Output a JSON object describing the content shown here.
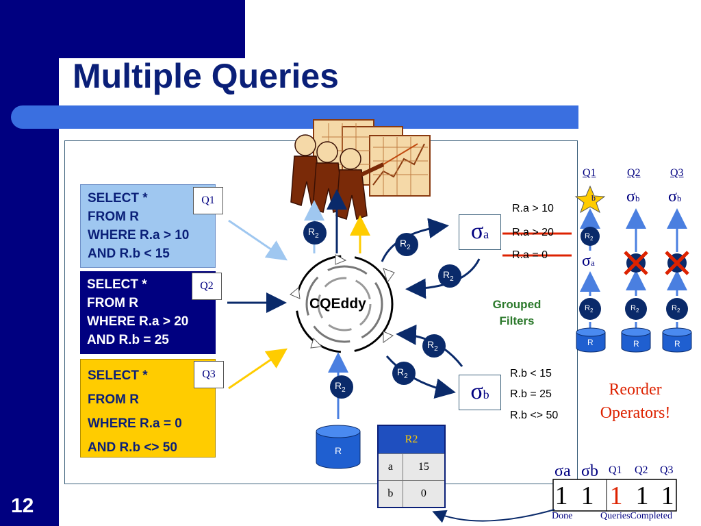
{
  "slide": {
    "title": "Multiple Queries",
    "number": "12"
  },
  "queries": [
    {
      "tag": "Q1",
      "lines": [
        "SELECT *",
        "FROM R",
        "WHERE R.a > 10",
        "AND R.b < 15"
      ],
      "color": "#9fc7f0"
    },
    {
      "tag": "Q2",
      "lines": [
        "SELECT *",
        "FROM R",
        "WHERE R.a > 20",
        "AND R.b = 25"
      ],
      "color": "#000080"
    },
    {
      "tag": "Q3",
      "lines": [
        "SELECT *",
        "FROM R",
        "WHERE R.a = 0",
        "AND R.b <> 50"
      ],
      "color": "#ffcc00"
    }
  ],
  "eddy": {
    "label": "CQEddy"
  },
  "tuple_label": {
    "base": "R",
    "sub": "2"
  },
  "relation_label": "R",
  "sigma": {
    "symbol": "σ",
    "a": "a",
    "b": "b"
  },
  "filters_a": [
    "R.a > 10",
    "R.a > 20",
    "R.a = 0"
  ],
  "filters_b": [
    "R.b < 15",
    "R.b = 25",
    "R.b <> 50"
  ],
  "grouped_filters": "Grouped Filters",
  "plans": {
    "headers": [
      "Q1",
      "Q2",
      "Q3"
    ]
  },
  "reorder": "Reorder Operators!",
  "r2_table": {
    "title": "R2",
    "rows": [
      [
        "a",
        "15"
      ],
      [
        "b",
        "0"
      ]
    ]
  },
  "bitvector": {
    "headers": [
      "σa",
      "σb",
      "Q1",
      "Q2",
      "Q3"
    ],
    "bits": [
      "1",
      "1",
      "1",
      "1",
      "1"
    ],
    "done_label": "Done",
    "queries_completed_label": "QueriesCompleted"
  },
  "colors": {
    "navy": "#000080",
    "light_blue": "#9fc7f0",
    "gold": "#ffcc00",
    "accent_red": "#dd2200",
    "cylinder_blue": "#1f5fd0",
    "pill_blue": "#3a6fe0"
  }
}
